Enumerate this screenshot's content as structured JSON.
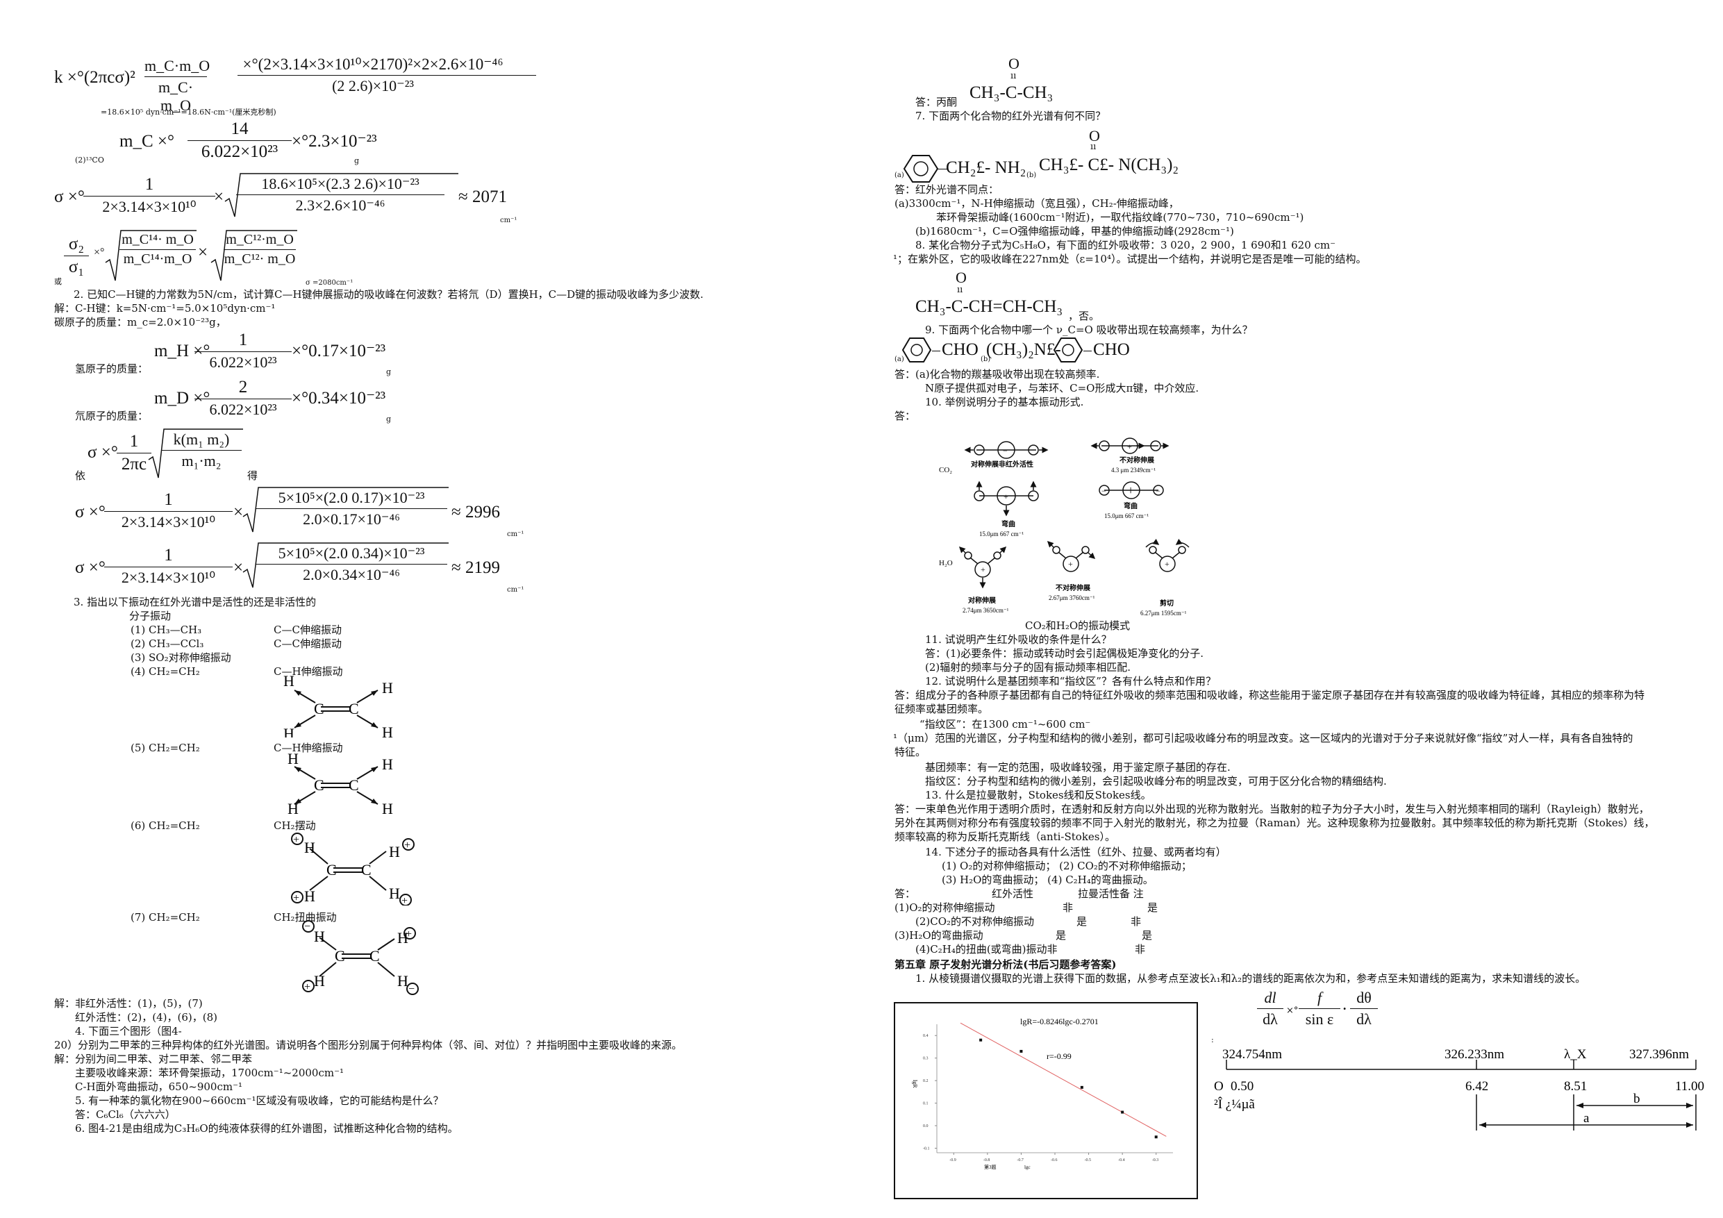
{
  "left": {
    "eq1": {
      "lhs": "k ×°(2πcσ)²",
      "num1": "m_C·m_O",
      "den1": "m_C· m_O",
      "num2": "×°(2×3.14×3×10¹⁰×2170)²×2×2.6×10⁻⁴⁶",
      "den2": "(2  2.6)×10⁻²³",
      "note": "=18.6×10⁵ dyn·cm⁻¹=18.6N·cm⁻¹(厘米克秒制)"
    },
    "eq2": {
      "label": "(2)¹³CO",
      "lhs": "m_C ×°",
      "num": "14",
      "den": "6.022×10²³",
      "rhs": "×°2.3×10⁻²³",
      "unit": "g"
    },
    "eq3": {
      "lhs": "σ ×°",
      "num": "1",
      "den": "2×3.14×3×10¹⁰",
      "rad_num": "18.6×10⁵×(2.3  2.6)×10⁻²³",
      "rad_den": "2.3×2.6×10⁻⁴⁶",
      "rhs": "≈ 2071",
      "unit": "cm⁻¹"
    },
    "eq4": {
      "prefix": "或",
      "lhs_num": "σ₂",
      "lhs_den": "σ₁",
      "op": "×°",
      "r1_num": "m_C¹⁴· m_O",
      "r1_den": "m_C¹⁴·m_O",
      "r2_num": "m_C¹²·m_O",
      "r2_den": "m_C¹²· m_O",
      "rhs": "σ =2080cm⁻¹"
    },
    "q2": "2. 已知C—H键的力常数为5N/cm，试计算C—H键伸展振动的吸收峰在何波数？若将氘（D）置换H，C—D键的振动吸收峰为多少波数.",
    "q2_sol1": "解：C-H键：k=5N·cm⁻¹=5.0×10⁵dyn·cm⁻¹",
    "q2_sol2": "碳原子的质量：m_c=2.0×10⁻²³g，",
    "mh": {
      "label": "氢原子的质量：",
      "lhs": "m_H ×°",
      "num": "1",
      "den": "6.022×10²³",
      "rhs": "×°0.17×10⁻²³",
      "unit": "g"
    },
    "md": {
      "label": "氘原子的质量：",
      "lhs": "m_D ×°",
      "num": "2",
      "den": "6.022×10²³",
      "rhs": "×°0.34×10⁻²³",
      "unit": "g"
    },
    "sigma_general": {
      "pre": "依",
      "lhs": "σ ×°",
      "num": "1",
      "den": "2πc",
      "rad_num": "k(m₁  m₂)",
      "rad_den": "m₁·m₂",
      "post": "得"
    },
    "sigma_h": {
      "lhs": "σ ×°",
      "num": "1",
      "den": "2×3.14×3×10¹⁰",
      "rad_num": "5×10⁵×(2.0  0.17)×10⁻²³",
      "rad_den": "2.0×0.17×10⁻⁴⁶",
      "rhs": "≈ 2996",
      "unit": "cm⁻¹"
    },
    "sigma_d": {
      "lhs": "σ ×°",
      "num": "1",
      "den": "2×3.14×3×10¹⁰",
      "rad_num": "5×10⁵×(2.0  0.34)×10⁻²³",
      "rad_den": "2.0×0.34×10⁻⁴⁶",
      "rhs": "≈ 2199",
      "unit": "cm⁻¹"
    },
    "q3": "3. 指出以下振动在红外光谱中是活性的还是非活性的",
    "q3_head": "分子振动",
    "q3_rows": [
      {
        "a": "(1) CH₃—CH₃",
        "b": "C—C伸缩振动"
      },
      {
        "a": "(2) CH₃—CCl₃",
        "b": "C—C伸缩振动"
      },
      {
        "a": "(3) SO₂对称伸缩振动",
        "b": ""
      },
      {
        "a": "(4) CH₂=CH₂",
        "b": "C—H伸缩振动"
      },
      {
        "a": "(5) CH₂=CH₂",
        "b": "C—H伸缩振动"
      },
      {
        "a": "(6) CH₂=CH₂",
        "b": "CH₂摆动"
      },
      {
        "a": "(7) CH₂=CH₂",
        "b": "CH₂扭曲振动"
      }
    ],
    "atom_h": "H",
    "atom_c": "C",
    "ans3a": "解：非红外活性：(1)，(5)，(7)",
    "ans3b": "红外活性：(2)，(4)，(6)，(8)",
    "q4a": "4. 下面三个图形（图4-",
    "q4b": "20）分别为二甲苯的三种异构体的红外光谱图。请说明各个图形分别属于何种异构体（邻、间、对位）？并指明图中主要吸收峰的来源。",
    "ans4a": "解：分别为间二甲苯、对二甲苯、邻二甲苯",
    "ans4b": "主要吸收峰来源：苯环骨架振动，1700cm⁻¹~2000cm⁻¹",
    "ans4c": "C-H面外弯曲振动，650~900cm⁻¹",
    "q5": "5. 有一种苯的氯化物在900~660cm⁻¹区域没有吸收峰，它的可能结构是什么？",
    "ans5": "答：C₆Cl₆（六六六）",
    "q6": "6. 图4-21是由组成为C₃H₆O的纯液体获得的红外谱图，试推断这种化合物的结构。"
  },
  "right": {
    "acetone_o": "O",
    "acetone_dbl": "ıı",
    "acetone_chain": "CH₃-C-CH₃",
    "ans6": "答：丙酮",
    "q7": "7. 下面两个化合物的红外光谱有何不同？",
    "q7_a_label": "(a)",
    "q7_a": "CH₂£- NH₂",
    "q7_b_label": "(b)",
    "q7_b": "CH₃£- C£- N(CH₃)₂",
    "q7_b_o": "O",
    "ans7a": "答：红外光谱不同点：",
    "ans7b": "(a)3300cm⁻¹，N-H伸缩振动（宽且强），CH₂-伸缩振动峰，",
    "ans7c": "苯环骨架振动峰(1600cm⁻¹附近)，一取代指纹峰(770~730，710~690cm⁻¹)",
    "ans7d": "(b)1680cm⁻¹，C=O强伸缩振动峰，甲基的伸缩振动峰(2928cm⁻¹)",
    "q8a": "8. 某化合物分子式为C₅H₈O，有下面的红外吸收带：3 020，2 900，1 690和1 620 cm⁻",
    "q8b": "¹；在紫外区，它的吸收峰在227nm处（ε=10⁴）。试提出一个结构，并说明它是否是唯一可能的结构。",
    "q8_o": "O",
    "q8_struct": "CH₃-C-CH=CH-CH₃",
    "q8_ans": "，否。",
    "q9": "9. 下面两个化合物中哪一个 ν_C=O 吸收带出现在较高频率，为什么？",
    "q9_a_label": "(a)",
    "q9_a": "CHO",
    "q9_b_label": "(b)",
    "q9_b": "(CH₃)₂N£-",
    "q9_b2": "CHO",
    "ans9a": "答：(a)化合物的羰基吸收带出现在较高频率.",
    "ans9b": "N原子提供孤对电子，与苯环、C=O形成大π键，中介效应.",
    "q10": "10. 举例说明分子的基本振动形式.",
    "ans10": "答：",
    "vib": {
      "co2": "CO₂",
      "h2o": "H₂O",
      "sym": "对称伸展非红外活性",
      "asym": "不对称伸展",
      "asym_v": "4.3 μm 2349cm⁻¹",
      "bend": "弯曲",
      "bend_v1": "15.0μm 667 cm⁻¹",
      "bend_v2": "15.0μm 667 cm⁻¹",
      "h2o_sym": "对称伸展",
      "h2o_sym_v": "2.74μm 3650cm⁻¹",
      "h2o_asym": "不对称伸展",
      "h2o_asym_v": "2.67μm 3760cm⁻¹",
      "h2o_scis": "剪切",
      "h2o_scis_v": "6.27μm 1595cm⁻¹",
      "caption": "CO₂和H₂O的振动模式"
    },
    "q11": "11. 试说明产生红外吸收的条件是什么？",
    "ans11a": "答：(1)必要条件：振动或转动时会引起偶极矩净变化的分子.",
    "ans11b": "(2)辐射的频率与分子的固有振动频率相匹配.",
    "q12": "12. 试说明什么是基团频率和“指纹区”？各有什么特点和作用？",
    "ans12a": "答：组成分子的各种原子基团都有自己的特征红外吸收的频率范围和吸收峰，称这些能用于鉴定原子基团存在并有较高强度的吸收峰为特征峰，其相应的频率称为特",
    "ans12b": "征频率或基团频率。",
    "ans12c": "“指纹区”：在1300 cm⁻¹~600 cm⁻",
    "ans12d": "¹（μm）范围的光谱区，分子构型和结构的微小差别，都可引起吸收峰分布的明显改变。这一区域内的光谱对于分子来说就好像“指纹”对人一样，具有各自独特的",
    "ans12e": "特征。",
    "ans12f": "基团频率：有一定的范围，吸收峰较强，用于鉴定原子基团的存在.",
    "ans12g": "指纹区：分子构型和结构的微小差别，会引起吸收峰分布的明显改变，可用于区分化合物的精细结构.",
    "q13": "13. 什么是拉曼散射，Stokes线和反Stokes线。",
    "ans13a": "答：一束单色光作用于透明介质时，在透射和反射方向以外出现的光称为散射光。当散射的粒子为分子大小时，发生与入射光频率相同的瑞利（Rayleigh）散射光，",
    "ans13b": "另外在其两侧对称分布有强度较弱的频率不同于入射光的散射光，称之为拉曼（Raman）光。这种现象称为拉曼散射。其中频率较低的称为斯托克斯（Stokes）线，",
    "ans13c": "频率较高的称为反斯托克斯线（anti-Stokes）。",
    "q14": "14. 下述分子的振动各具有什么活性（红外、拉曼、或两者均有）",
    "q14a": "(1) O₂的对称伸缩振动；  (2) CO₂的不对称伸缩振动；",
    "q14b": "(3) H₂O的弯曲振动；  (4) C₂H₄的弯曲振动。",
    "ans14_head_pre": "答：",
    "ans14_head_ir": "红外活性",
    "ans14_head_raman": "拉曼活性备  注",
    "ans14_rows": [
      {
        "name": "(1)O₂的对称伸缩振动",
        "ir": "非",
        "raman": "是"
      },
      {
        "name": "(2)CO₂的不对称伸缩振动",
        "ir": "是",
        "raman": "非"
      },
      {
        "name": "(3)H₂O的弯曲振动",
        "ir": "是",
        "raman": "是"
      },
      {
        "name": "(4)C₂H₄的扭曲(或弯曲)振动非",
        "ir": "",
        "raman": "非"
      }
    ],
    "chapter": "第五章  原子发射光谱分析法(书后习题参考答案)",
    "q1_ch5": "1. 从棱镜摄谱仪摄取的光谱上获得下面的数据，从参考点至波长λ₁和λ₂的谱线的距离依次为和，参考点至未知谱线的距离为，求未知谱线的波长。",
    "graph": {
      "eq": "lgR=-0.8246lgc-0.2701",
      "r": "r=-0.99",
      "ylabel": "lgR",
      "xlabel": "lgc",
      "caption": "第3题",
      "xticks": [
        "-0.9",
        "-0.8",
        "-0.7",
        "-0.6",
        "-0.5",
        "-0.4",
        "-0.3"
      ],
      "yticks": [
        "0.4",
        "0.3",
        "0.2",
        "0.1",
        "0.0",
        "-0.1"
      ]
    },
    "disp": {
      "lhs_num": "dl",
      "lhs_den": "dλ",
      "op": "×°",
      "f_num": "f",
      "f_den": "sin ε",
      "dot": "·",
      "t_num": "dθ",
      "t_den": "dλ",
      "colon": ":"
    },
    "scale": {
      "w1": "324.754nm",
      "w2": "326.233nm",
      "wx": "λ_X",
      "w3": "327.396nm",
      "o": "O",
      "v0": "0.50",
      "v1": "6.42",
      "v2": "8.51",
      "v3": "11.00",
      "unit": "²Î ¿¼µã",
      "b": "b",
      "a": "a"
    }
  },
  "chart_data": {
    "type": "scatter",
    "title": "lgR=-0.8246lgc-0.2701",
    "xlabel": "lgc",
    "ylabel": "lgR",
    "xlim": [
      -0.95,
      -0.25
    ],
    "ylim": [
      -0.12,
      0.45
    ],
    "x": [
      -0.82,
      -0.7,
      -0.52,
      -0.4,
      -0.3
    ],
    "y": [
      0.38,
      0.33,
      0.17,
      0.06,
      -0.05
    ],
    "fit": {
      "slope": -0.8246,
      "intercept": -0.2701
    }
  }
}
